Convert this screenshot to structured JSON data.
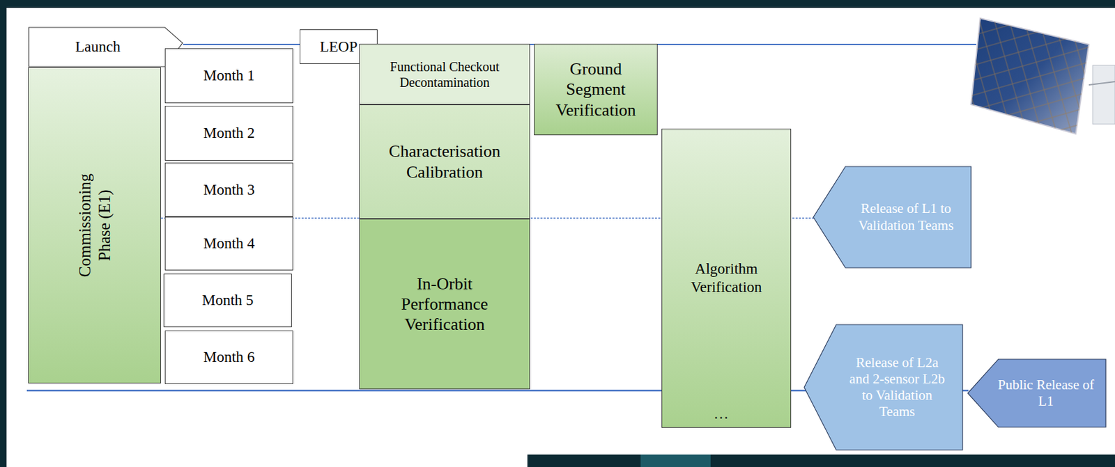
{
  "diagram": {
    "nodes": [
      {
        "text": [
          "Launch"
        ]
      },
      {
        "text": [
          "Commissioning Phase (E1)"
        ]
      },
      {
        "text": [
          "Month 1"
        ]
      },
      {
        "text": [
          "Month 2"
        ]
      },
      {
        "text": [
          "Month 3"
        ]
      },
      {
        "text": [
          "Month 4"
        ]
      },
      {
        "text": [
          "Month 5"
        ]
      },
      {
        "text": [
          "Month 6"
        ]
      },
      {
        "text": [
          "LEOP"
        ]
      },
      {
        "text": [
          "Functional Checkout Decontamination"
        ]
      },
      {
        "text": [
          "Characterisation Calibration"
        ]
      },
      {
        "text": [
          "In-Orbit Performance Verification"
        ]
      },
      {
        "text": [
          "Ground Segment Verification"
        ]
      },
      {
        "text": [
          "Algorithm Verification",
          "…"
        ]
      },
      {
        "text": [
          "Release of L1 to Validation Teams"
        ]
      },
      {
        "text": [
          "Release of L2a and 2-sensor L2b to Validation Teams"
        ]
      },
      {
        "text": [
          "Public Release of L1"
        ]
      }
    ]
  }
}
